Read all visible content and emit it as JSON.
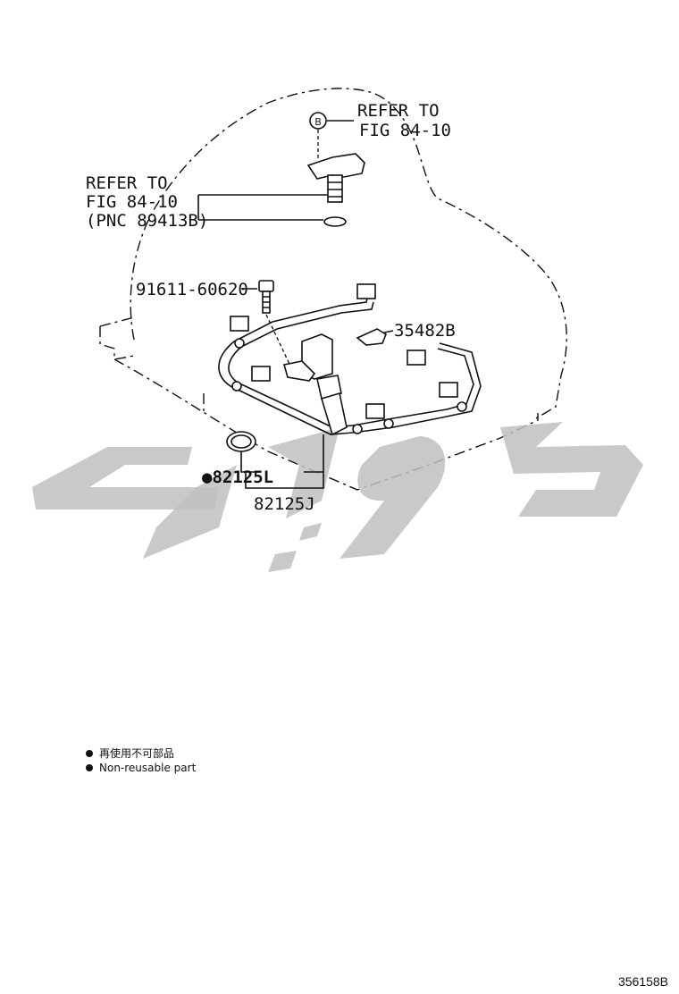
{
  "callouts": {
    "refer_top_line1": "REFER TO",
    "refer_top_line2": "FIG 84-10",
    "refer_left_line1": "REFER TO",
    "refer_left_line2": "FIG 84-10",
    "refer_left_line3": "(PNC 89413B)",
    "bolt": "91611-60620",
    "clamp": "35482B",
    "oring": "●82125L",
    "harness": "82125J",
    "marker_b": "B"
  },
  "legend": {
    "jp": "再使用不可部品",
    "en": "Non-reusable part"
  },
  "figure_code": "356158B",
  "colors": {
    "line": "#111111",
    "watermark": "#bfbfbf"
  }
}
